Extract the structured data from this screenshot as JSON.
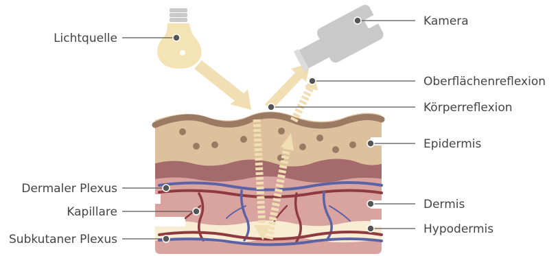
{
  "labels": {
    "light_source": "Lichtquelle",
    "camera": "Kamera",
    "surface_reflection": "Oberflächenreflexion",
    "body_reflection": "Körperreflexion",
    "epidermis": "Epidermis",
    "dermal_plexus": "Dermaler Plexus",
    "capillaries": "Kapillare",
    "dermis": "Dermis",
    "hypodermis": "Hypodermis",
    "subcutaneous_plexus": "Subkutaner Plexus"
  },
  "colors": {
    "epidermis_surface": "#9b7a64",
    "epidermis": "#ddc09c",
    "dermis_dark": "#a56a6b",
    "dermis": "#d9a4a0",
    "hypodermis": "#f8ecd3",
    "vein": "#5b63a5",
    "artery": "#8e3a3e",
    "light_beam": "#f1dfb3",
    "bulb": "#f4e3b4",
    "camera": "#c9c9c9",
    "leader": "#555555",
    "text": "#444444"
  },
  "icons": {
    "light": "light-bulb-icon",
    "camera": "camera-icon"
  }
}
